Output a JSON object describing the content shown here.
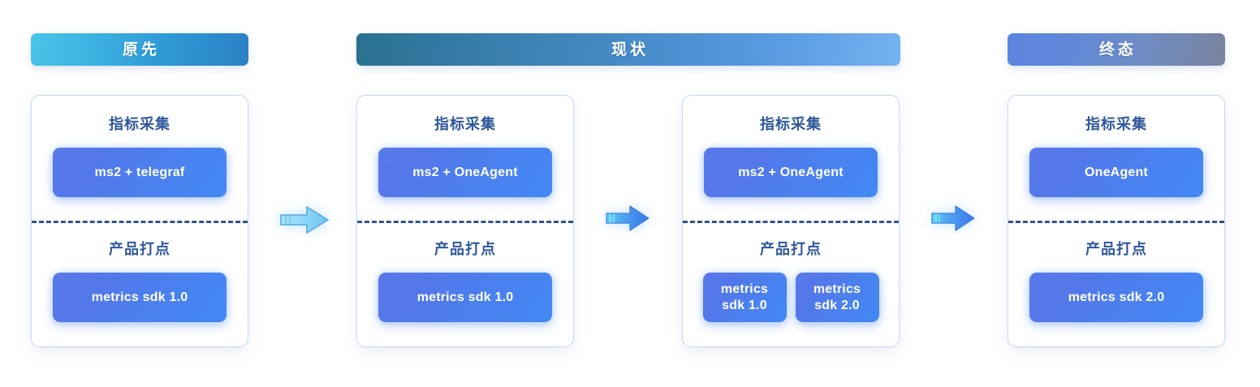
{
  "page": {
    "background_color": "#ffffff",
    "heading_color": "#2f5899",
    "divider_color": "#2f558c",
    "card_border_color": "#c9d6f0",
    "pill_gradient_from": "#5a79ea",
    "pill_gradient_to": "#4288f3"
  },
  "banners": [
    {
      "label": "原先",
      "gradient_from": "#49c3e8",
      "gradient_to": "#2a80c4"
    },
    {
      "label": "现状",
      "gradient_from": "#2a7190",
      "gradient_to": "#74b2f0"
    },
    {
      "label": "终态",
      "gradient_from": "#5b86e0",
      "gradient_to": "#79839d"
    }
  ],
  "cards": [
    {
      "top": {
        "title": "指标采集",
        "pills": [
          "ms2 + telegraf"
        ]
      },
      "bottom": {
        "title": "产品打点",
        "pills": [
          "metrics sdk 1.0"
        ]
      }
    },
    {
      "top": {
        "title": "指标采集",
        "pills": [
          "ms2 + OneAgent"
        ]
      },
      "bottom": {
        "title": "产品打点",
        "pills": [
          "metrics sdk 1.0"
        ]
      }
    },
    {
      "top": {
        "title": "指标采集",
        "pills": [
          "ms2 + OneAgent"
        ]
      },
      "bottom": {
        "title": "产品打点",
        "pills": [
          "metrics sdk 1.0",
          "metrics sdk 2.0"
        ]
      }
    },
    {
      "top": {
        "title": "指标采集",
        "pills": [
          "OneAgent"
        ]
      },
      "bottom": {
        "title": "产品打点",
        "pills": [
          "metrics sdk 2.0"
        ]
      }
    }
  ],
  "arrows": [
    {
      "name": "right-arrow-icon",
      "gradient_from": "#9fe0f7",
      "gradient_to": "#74c8f2"
    },
    {
      "name": "right-arrow-icon",
      "gradient_from": "#57d2f0",
      "gradient_to": "#3b78ea"
    },
    {
      "name": "right-arrow-icon",
      "gradient_from": "#57d2f0",
      "gradient_to": "#3b78ea"
    }
  ]
}
